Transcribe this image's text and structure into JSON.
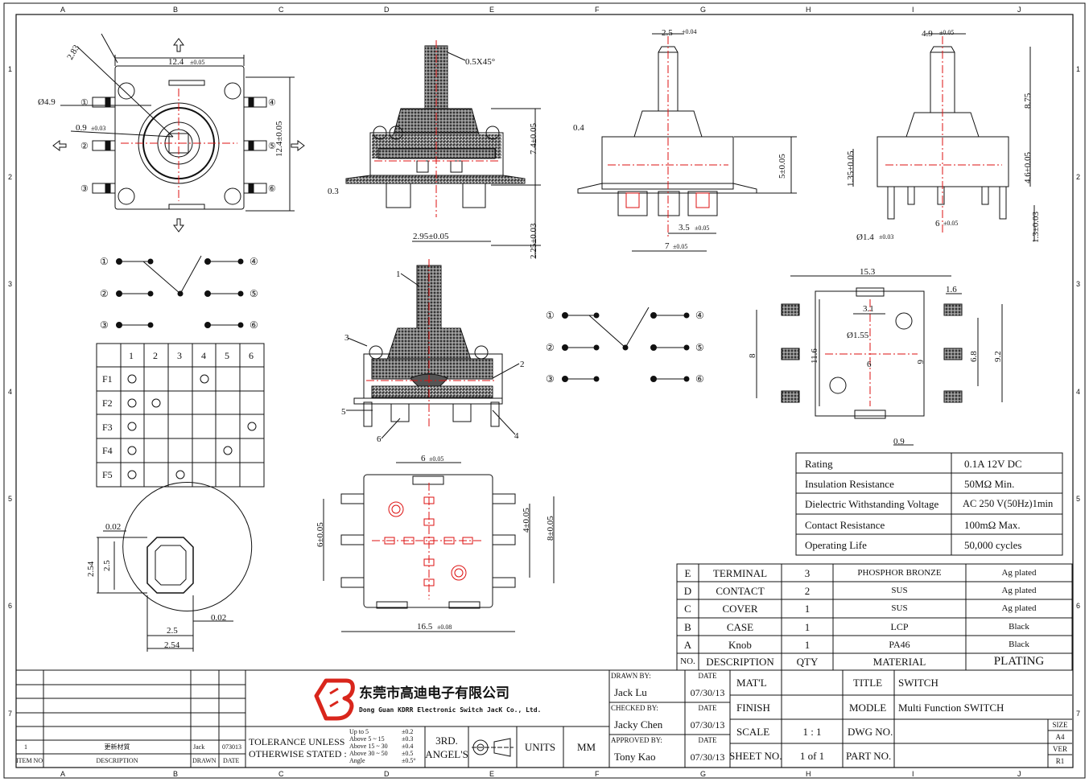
{
  "frame": {
    "columns": [
      "A",
      "B",
      "C",
      "D",
      "E",
      "F",
      "G",
      "H",
      "I",
      "J"
    ],
    "rows": [
      "1",
      "2",
      "3",
      "4",
      "5",
      "6",
      "7"
    ]
  },
  "specs": [
    {
      "label": "Rating",
      "value": "0.1A 12V DC"
    },
    {
      "label": "Insulation Resistance",
      "value": "50MΩ Min."
    },
    {
      "label": "Dielectric Withstanding Voltage",
      "value": "AC 250 V(50Hz)1min"
    },
    {
      "label": "Contact Resistance",
      "value": "100mΩ Max."
    },
    {
      "label": "Operating Life",
      "value": "50,000 cycles"
    }
  ],
  "bom": {
    "rows": [
      {
        "no": "E",
        "desc": "TERMINAL",
        "qty": "3",
        "material": "PHOSPHOR BRONZE",
        "plating": "Ag plated"
      },
      {
        "no": "D",
        "desc": "CONTACT",
        "qty": "2",
        "material": "SUS",
        "plating": "Ag plated"
      },
      {
        "no": "C",
        "desc": "COVER",
        "qty": "1",
        "material": "SUS",
        "plating": "Ag plated"
      },
      {
        "no": "B",
        "desc": "CASE",
        "qty": "1",
        "material": "LCP",
        "plating": "Black"
      },
      {
        "no": "A",
        "desc": "Knob",
        "qty": "1",
        "material": "PA46",
        "plating": "Black"
      }
    ],
    "header": {
      "no": "NO.",
      "desc": "DESCRIPTION",
      "qty": "QTY",
      "material": "MATERIAL",
      "plating": "PLATING"
    }
  },
  "revision": {
    "item": "1",
    "description": "更新材質",
    "drawn": "Jack",
    "date": "073013",
    "header": {
      "item": "ITEM NO.",
      "description": "DESCRIPTION",
      "drawn": "DRAWN",
      "date": "DATE"
    }
  },
  "company": {
    "name_cn": "东莞市高迪电子有限公司",
    "name_en": "Dong Guan KDRR  Electronic Switch JacK Co., Ltd.",
    "logo_color": "#d9261c"
  },
  "tolerance": {
    "line1": "TOLERANCE UNLESS",
    "line2": "OTHERWISE STATED :",
    "ranges": [
      "Up to 5",
      "Above 5  ~ 15",
      "Above 15 ~ 30",
      "Above 30 ~ 50",
      "Angle"
    ],
    "values": [
      "±0.2",
      "±0.3",
      "±0.4",
      "±0.5",
      "±0.5°"
    ],
    "angle_label1": "3RD.",
    "angle_label2": "ANGEL'S",
    "units_label": "UNITS",
    "units_value": "MM"
  },
  "approvals": {
    "drawn_by_label": "DRAWN BY:",
    "drawn_by": "Jack  Lu",
    "drawn_date": "07/30/13",
    "checked_by_label": "CHECKED BY:",
    "checked_by": "Jacky Chen",
    "checked_date": "07/30/13",
    "approved_by_label": "APPROVED BY:",
    "approved_by": "Tony Kao",
    "approved_date": "07/30/13",
    "date_label": "DATE"
  },
  "title_block": {
    "matl_label": "MAT'L",
    "matl": "",
    "finish_label": "FINISH",
    "finish": "",
    "scale_label": "SCALE",
    "scale": "1 : 1",
    "sheet_label": "SHEET NO.",
    "sheet": "1 of 1",
    "title_label": "TITLE",
    "title": "SWITCH",
    "model_label": "MODLE",
    "model": "Multi Function   SWITCH",
    "dwg_label": "DWG NO.",
    "dwg": "",
    "part_label": "PART NO.",
    "part": "",
    "size_label": "SIZE",
    "size": "A4",
    "ver_label": "VER",
    "ver": "R1"
  }
}
